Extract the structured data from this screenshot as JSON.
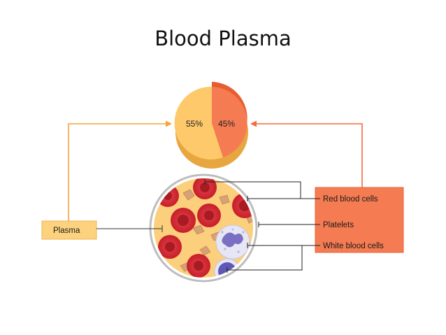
{
  "title": "Blood Plasma",
  "pie": {
    "plasma_percent": "55%",
    "cells_percent": "45%"
  },
  "labels": {
    "plasma": "Plasma",
    "red_blood_cells": "Red blood cells",
    "platelets": "Platelets",
    "white_blood_cells": "White blood cells"
  },
  "colors": {
    "plasma": "#fdc96a",
    "plasma_line": "#f4a43c",
    "cells": "#f47b52",
    "cells_line": "#f26c3c",
    "red_cell": "#d9252f",
    "platelet": "#d8a274",
    "white_cell": "#e6e6f5",
    "nucleus": "#7a6fc2"
  }
}
